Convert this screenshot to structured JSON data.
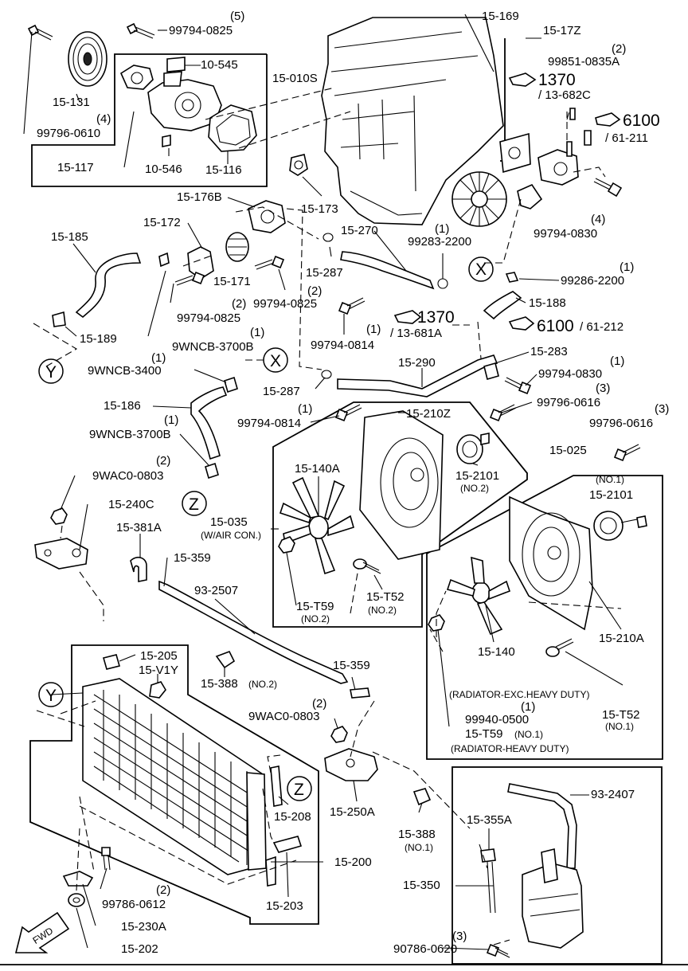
{
  "labels": {
    "l_99794_0825_top_qty": "(5)",
    "l_99794_0825_top": "99794-0825",
    "l_15_169": "15-169",
    "l_15_17z": "15-17Z",
    "l_99851_qty": "(2)",
    "l_99851": "99851-0835A",
    "l_1370_a": "1370",
    "l_13_682c": "/ 13-682C",
    "l_6100_a": "6100",
    "l_61_211": "/ 61-211",
    "l_10_545": "10-545",
    "l_15_010s": "15-010S",
    "l_15_131": "15-131",
    "l_99796_0610_qty": "(4)",
    "l_99796_0610": "99796-0610",
    "l_15_117": "15-117",
    "l_10_546": "10-546",
    "l_15_116": "15-116",
    "l_15_173": "15-173",
    "l_15_176b": "15-176B",
    "l_15_172": "15-172",
    "l_15_185": "15-185",
    "l_15_171": "15-171",
    "l_15_270": "15-270",
    "l_99283_qty": "(1)",
    "l_99283": "99283-2200",
    "l_99794_0830_a_qty": "(4)",
    "l_99794_0830_a": "99794-0830",
    "l_15_287_a": "15-287",
    "l_x_a": "X",
    "l_99286_qty": "(1)",
    "l_99286": "99286-2200",
    "l_99794_0825_m_qty": "(2)",
    "l_99794_0825_m": "99794-0825",
    "l_99794_0825_l_qty": "(2)",
    "l_99794_0825_l": "99794-0825",
    "l_15_188": "15-188",
    "l_1370_b": "1370",
    "l_13_681a": "/ 13-681A",
    "l_6100_b": "6100",
    "l_61_212": "/ 61-212",
    "l_15_189": "15-189",
    "l_9wncb_3700b_a_qty": "(1)",
    "l_9wncb_3700b_a": "9WNCB-3700B",
    "l_99794_0814_a_qty": "(1)",
    "l_99794_0814_a": "99794-0814",
    "l_15_283": "15-283",
    "l_y_a": "Y",
    "l_9wncb_3400_qty": "(1)",
    "l_9wncb_3400": "9WNCB-3400",
    "l_x_b": "X",
    "l_15_290": "15-290",
    "l_99794_0830_b_qty": "(1)",
    "l_99794_0830_b": "99794-0830",
    "l_15_287_b": "15-287",
    "l_99796_0616_a_qty": "(3)",
    "l_99796_0616_a": "99796-0616",
    "l_15_186": "15-186",
    "l_99794_0814_b_qty": "(1)",
    "l_99794_0814_b": "99794-0814",
    "l_15_210z": "15-210Z",
    "l_99796_0616_b_qty": "(3)",
    "l_99796_0616_b": "99796-0616",
    "l_9wncb_3700b_b_qty": "(1)",
    "l_9wncb_3700b_b": "9WNCB-3700B",
    "l_15_140a": "15-140A",
    "l_15_025": "15-025",
    "l_9wac0_0803_a_qty": "(2)",
    "l_9wac0_0803_a": "9WAC0-0803",
    "l_15_2101_a": "15-2101",
    "l_no2_a": "(NO.2)",
    "l_no1_a": "(NO.1)",
    "l_15_2101_b": "15-2101",
    "l_z_a": "Z",
    "l_15_240c": "15-240C",
    "l_15_035": "15-035",
    "l_wair": "(W/AIR CON.)",
    "l_15_381a": "15-381A",
    "l_15_359_a": "15-359",
    "l_93_2507": "93-2507",
    "l_15_t59_a": "15-T59",
    "l_no2_b": "(NO.2)",
    "l_15_t52_a": "15-T52",
    "l_no2_c": "(NO.2)",
    "l_15_140": "15-140",
    "l_15_210a": "15-210A",
    "l_15_205": "15-205",
    "l_15_v1y": "15-V1Y",
    "l_15_388_a": "15-388",
    "l_no2_d": "(NO.2)",
    "l_15_359_b": "15-359",
    "l_rad_exc": "(RADIATOR-EXC.HEAVY DUTY)",
    "l_99940_qty": "(1)",
    "l_99940": "99940-0500",
    "l_15_t59_b": "15-T59",
    "l_15_t59_b_no": "(NO.1)",
    "l_rad_hd": "(RADIATOR-HEAVY DUTY)",
    "l_15_t52_b": "15-T52",
    "l_no1_b": "(NO.1)",
    "l_y_b": "Y",
    "l_9wac0_0803_b_qty": "(2)",
    "l_9wac0_0803_b": "9WAC0-0803",
    "l_93_2407": "93-2407",
    "l_z_b": "Z",
    "l_15_208": "15-208",
    "l_15_250a": "15-250A",
    "l_15_388_b": "15-388",
    "l_no1_c": "(NO.1)",
    "l_15_355a": "15-355A",
    "l_15_200": "15-200",
    "l_15_350": "15-350",
    "l_99786_qty": "(2)",
    "l_99786": "99786-0612",
    "l_15_203": "15-203",
    "l_15_230a": "15-230A",
    "l_fwd": "FWD",
    "l_15_202": "15-202",
    "l_90786_qty": "(3)",
    "l_90786": "90786-0620"
  }
}
